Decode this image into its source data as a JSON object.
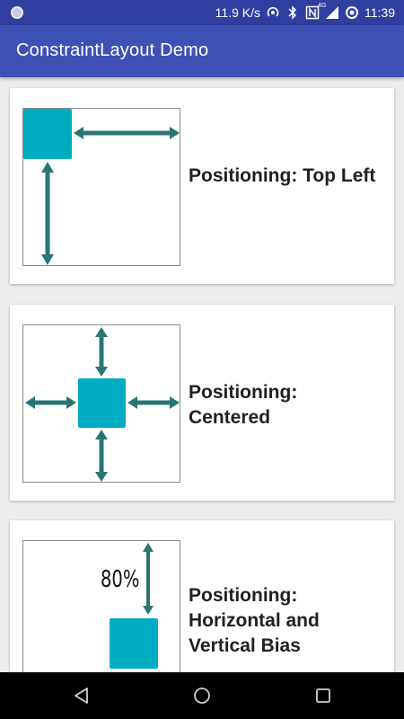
{
  "status_bar": {
    "network_speed": "11.9 K/s",
    "network_type": "4G",
    "time": "11:39",
    "icons": [
      "notification-dot-icon",
      "hotspot-icon",
      "bluetooth-icon",
      "nfc-icon",
      "signal-icon",
      "data-saver-icon"
    ]
  },
  "app_bar": {
    "title": "ConstraintLayout Demo",
    "color": "#3f51b5",
    "status_color": "#303f9f"
  },
  "cards": [
    {
      "label": "Positioning: Top Left",
      "icon": "positioning-top-left-diagram"
    },
    {
      "label": "Positioning: Centered",
      "icon": "positioning-centered-diagram"
    },
    {
      "label": "Positioning: Horizontal and Vertical Bias",
      "icon": "positioning-bias-diagram",
      "bias_text": "80%"
    }
  ],
  "colors": {
    "square": "#00acc1",
    "arrow": "#2a7573"
  },
  "nav_bar": {
    "icons": [
      "back-icon",
      "home-icon",
      "recents-icon"
    ]
  }
}
